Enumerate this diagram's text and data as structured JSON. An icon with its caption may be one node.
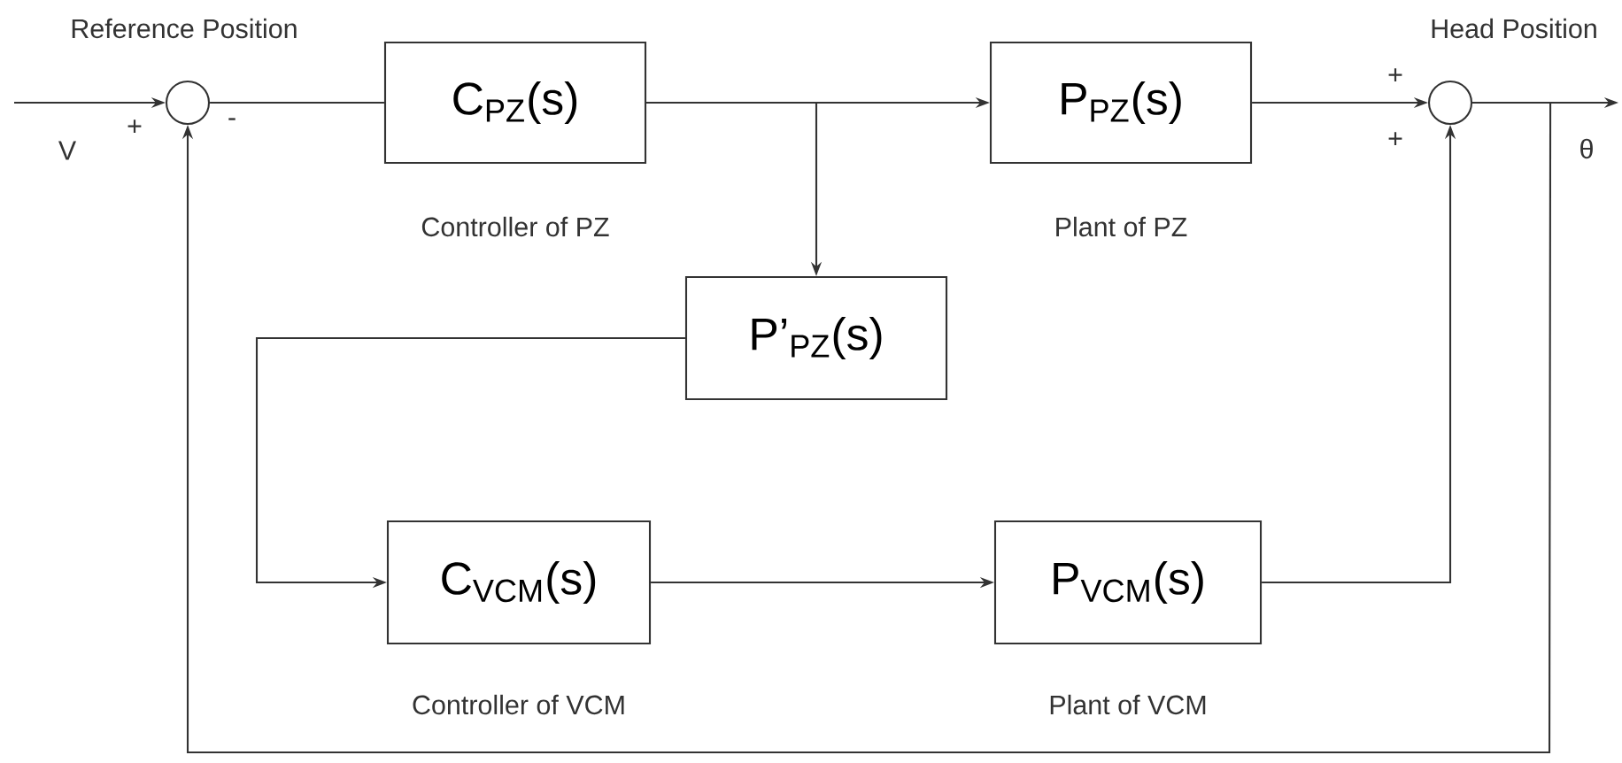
{
  "diagram": {
    "nodes": [
      {
        "text": [],
        "shape": "circle"
      },
      {
        "text": [
          "C$_{PZ}$(s)"
        ],
        "beside": [
          "Controller of PZ"
        ]
      },
      {
        "text": [
          "P$_{PZ}$(s)"
        ],
        "beside": [
          "Plant of PZ"
        ]
      },
      {
        "text": [],
        "shape": "circle"
      },
      {
        "text": [
          "P’$_{PZ}$(s)"
        ]
      },
      {
        "text": [
          "C$_{VCM}$(s)"
        ],
        "beside": [
          "Controller of VCM"
        ]
      },
      {
        "text": [
          "P$_{VCM}$(s)"
        ],
        "beside": [
          "Plant of VCM"
        ]
      }
    ],
    "edges": [
      {
        "from": null,
        "to": 0,
        "arrow": "to"
      },
      {
        "from": 0,
        "to": 1,
        "arrow": "none"
      },
      {
        "from": 1,
        "to": 2,
        "arrow": "to"
      },
      {
        "from": 1,
        "to": 4,
        "arrow": "to"
      },
      {
        "from": 4,
        "to": 5,
        "arrow": "to"
      },
      {
        "from": 5,
        "to": 6,
        "arrow": "to"
      },
      {
        "from": 2,
        "to": 3,
        "arrow": "to"
      },
      {
        "from": 6,
        "to": 3,
        "arrow": "to"
      },
      {
        "from": 3,
        "to": null,
        "arrow": "to"
      },
      {
        "from": 3,
        "to": 0,
        "arrow": "to"
      }
    ],
    "labels": [
      "Reference Position",
      "+",
      "-",
      "V",
      "Head Position",
      "+",
      "+",
      "θ"
    ]
  }
}
